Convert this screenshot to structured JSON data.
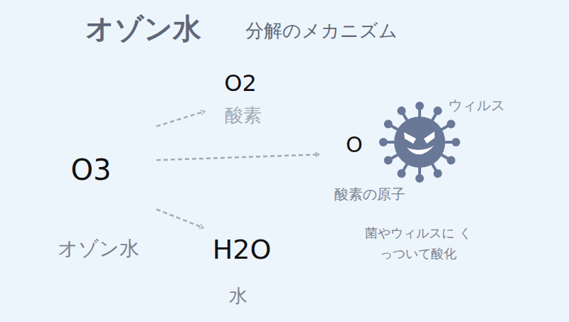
{
  "diagram": {
    "title": "オゾン水",
    "nodes": [
      {
        "text": [
          "O3",
          "オゾン水"
        ]
      },
      {
        "text": [
          "O2",
          "酸素"
        ]
      },
      {
        "text": [
          "菌やウィルスに くっついて酸化"
        ]
      },
      {
        "text": [
          "O",
          "酸素の原子"
        ],
        "in": 2
      },
      {
        "text": [
          "H2O",
          "水"
        ]
      }
    ],
    "edges": [
      {
        "from": 0,
        "to": 1,
        "arrow": "to"
      },
      {
        "from": 0,
        "to": 2,
        "arrow": "to"
      },
      {
        "from": 0,
        "to": 4,
        "arrow": "to"
      }
    ],
    "labels": [
      "分解のメカニズム",
      "ウィルス"
    ]
  }
}
